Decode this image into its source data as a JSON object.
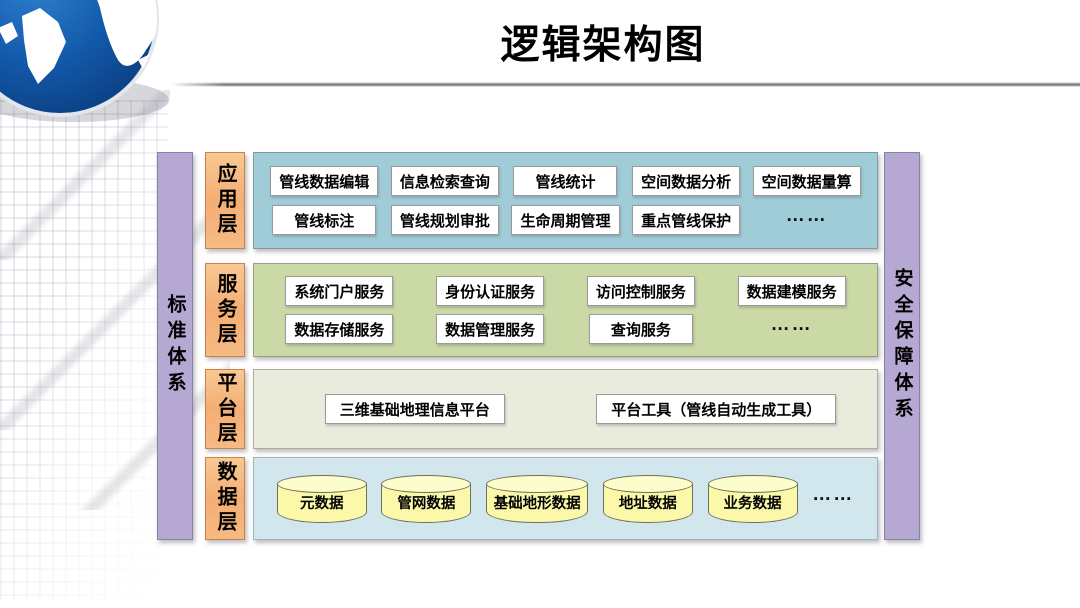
{
  "page": {
    "title": "逻辑架构图"
  },
  "icons": {
    "logo": "globe-icon"
  },
  "side_bars": {
    "left": "标准体系",
    "right": "安全保障体系"
  },
  "layers": {
    "app": {
      "label": "应用层",
      "row1": [
        "管线数据编辑",
        "信息检索查询",
        "管线统计",
        "空间数据分析",
        "空间数据量算"
      ],
      "row2": [
        "管线标注",
        "管线规划审批",
        "生命周期管理",
        "重点管线保护"
      ],
      "more": "……"
    },
    "service": {
      "label": "服务层",
      "row1": [
        "系统门户服务",
        "身份认证服务",
        "访问控制服务",
        "数据建模服务"
      ],
      "row2": [
        "数据存储服务",
        "数据管理服务",
        "查询服务"
      ],
      "more": "……"
    },
    "platform": {
      "label": "平台层",
      "items": [
        "三维基础地理信息平台",
        "平台工具（管线自动生成工具）"
      ]
    },
    "data": {
      "label": "数据层",
      "items": [
        "元数据",
        "管网数据",
        "基础地形数据",
        "地址数据",
        "业务数据"
      ],
      "more": "……"
    }
  },
  "colors": {
    "app_panel": "#9fccd7",
    "service_panel": "#cad9a5",
    "platform_panel": "#e9ecdc",
    "data_panel": "#d2e6ee",
    "layer_label_orange": "#f3ae74",
    "side_bar_purple": "#b5a8d2",
    "cylinder_yellow": "#fbf9a9",
    "globe_blue": "#1258a8",
    "divider_grey": "#7a7a7a"
  }
}
